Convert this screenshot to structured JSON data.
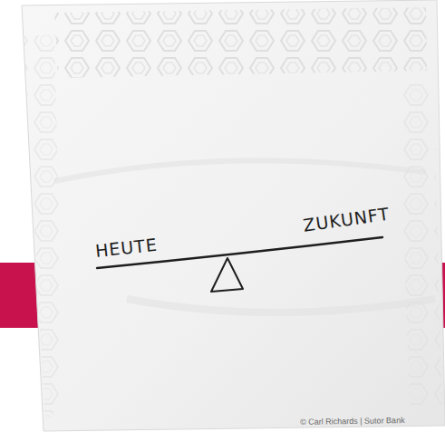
{
  "diagram": {
    "labels": [
      "HEUTE",
      "ZUKUNFT",
      "© Carl Richards | Sutor Bank"
    ]
  }
}
